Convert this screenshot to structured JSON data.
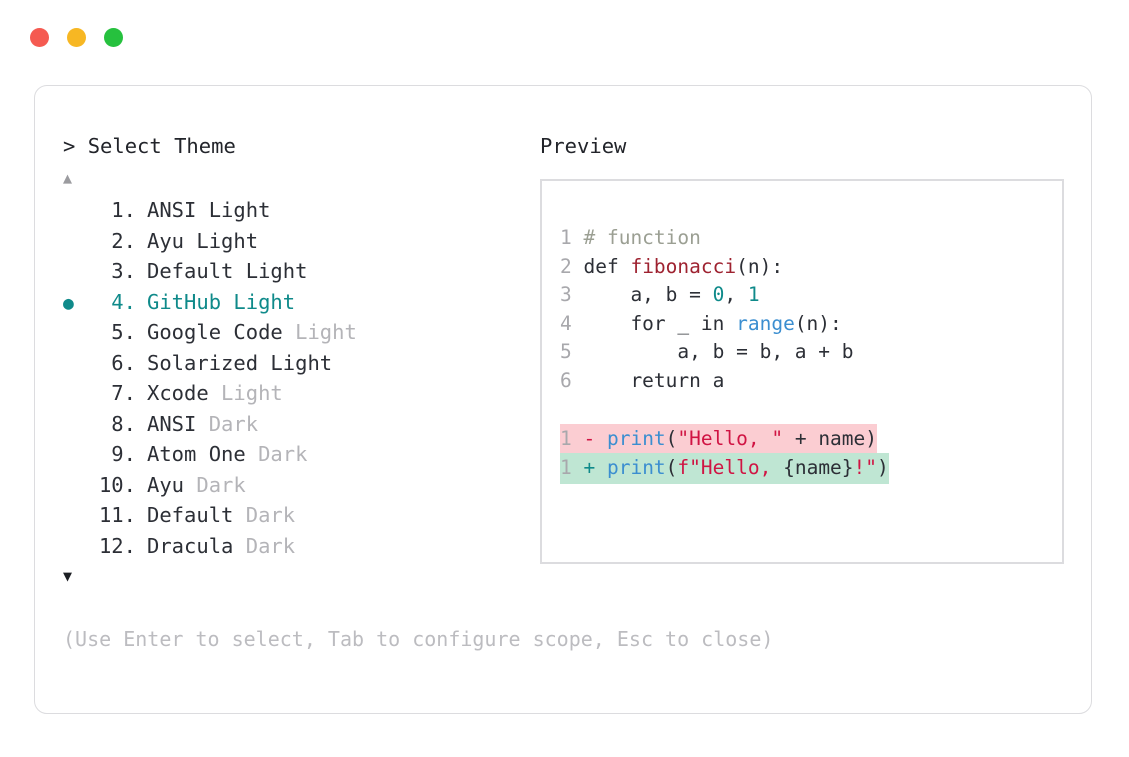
{
  "window": {
    "dots": [
      {
        "name": "close-dot",
        "color": "#f55a51"
      },
      {
        "name": "minimize-dot",
        "color": "#f7b723"
      },
      {
        "name": "maximize-dot",
        "color": "#26c13e"
      }
    ]
  },
  "selector": {
    "prompt_caret": ">",
    "prompt_title": "Select Theme",
    "scroll_up_icon": "▲",
    "scroll_down_icon": "▼",
    "selected_index": 4,
    "selected_bullet": "●",
    "accent_color": "#0f8a8a",
    "items": [
      {
        "num": " 1.",
        "name": "ANSI Light",
        "variant": ""
      },
      {
        "num": " 2.",
        "name": "Ayu Light",
        "variant": ""
      },
      {
        "num": " 3.",
        "name": "Default Light",
        "variant": ""
      },
      {
        "num": " 4.",
        "name": "GitHub Light",
        "variant": ""
      },
      {
        "num": " 5.",
        "name": "Google Code",
        "variant": " Light"
      },
      {
        "num": " 6.",
        "name": "Solarized Light",
        "variant": ""
      },
      {
        "num": " 7.",
        "name": "Xcode",
        "variant": " Light"
      },
      {
        "num": " 8.",
        "name": "ANSI",
        "variant": " Dark"
      },
      {
        "num": " 9.",
        "name": "Atom One",
        "variant": " Dark"
      },
      {
        "num": "10.",
        "name": "Ayu",
        "variant": " Dark"
      },
      {
        "num": "11.",
        "name": "Default",
        "variant": " Dark"
      },
      {
        "num": "12.",
        "name": "Dracula",
        "variant": " Dark"
      }
    ],
    "hint": "(Use Enter to select, Tab to configure scope, Esc to close)"
  },
  "preview": {
    "label": "Preview",
    "code_lines": [
      {
        "ln": "1",
        "tokens": [
          {
            "t": "# function",
            "c": "comment"
          }
        ]
      },
      {
        "ln": "2",
        "tokens": [
          {
            "t": "def ",
            "c": "keyword"
          },
          {
            "t": "fibonacci",
            "c": "func"
          },
          {
            "t": "(n):",
            "c": "plain"
          }
        ]
      },
      {
        "ln": "3",
        "tokens": [
          {
            "t": "    a, b = ",
            "c": "plain"
          },
          {
            "t": "0",
            "c": "number"
          },
          {
            "t": ", ",
            "c": "plain"
          },
          {
            "t": "1",
            "c": "number"
          }
        ]
      },
      {
        "ln": "4",
        "tokens": [
          {
            "t": "    for _ in ",
            "c": "plain"
          },
          {
            "t": "range",
            "c": "builtin"
          },
          {
            "t": "(n):",
            "c": "plain"
          }
        ]
      },
      {
        "ln": "5",
        "tokens": [
          {
            "t": "        a, b = b, a + b",
            "c": "plain"
          }
        ]
      },
      {
        "ln": "6",
        "tokens": [
          {
            "t": "    return a",
            "c": "plain"
          }
        ]
      }
    ],
    "diff_lines": [
      {
        "kind": "del",
        "ln": "1",
        "sign": "-",
        "bg": "#fbcdd2",
        "tokens": [
          {
            "t": "print",
            "c": "builtin"
          },
          {
            "t": "(",
            "c": "plain"
          },
          {
            "t": "\"Hello, \"",
            "c": "string"
          },
          {
            "t": " + name)",
            "c": "plain"
          }
        ]
      },
      {
        "kind": "add",
        "ln": "1",
        "sign": "+",
        "bg": "#bfe6d3",
        "tokens": [
          {
            "t": "print",
            "c": "builtin"
          },
          {
            "t": "(",
            "c": "plain"
          },
          {
            "t": "f\"Hello, ",
            "c": "string"
          },
          {
            "t": "{name}",
            "c": "plain"
          },
          {
            "t": "!\"",
            "c": "string"
          },
          {
            "t": ")",
            "c": "plain"
          }
        ]
      }
    ]
  }
}
